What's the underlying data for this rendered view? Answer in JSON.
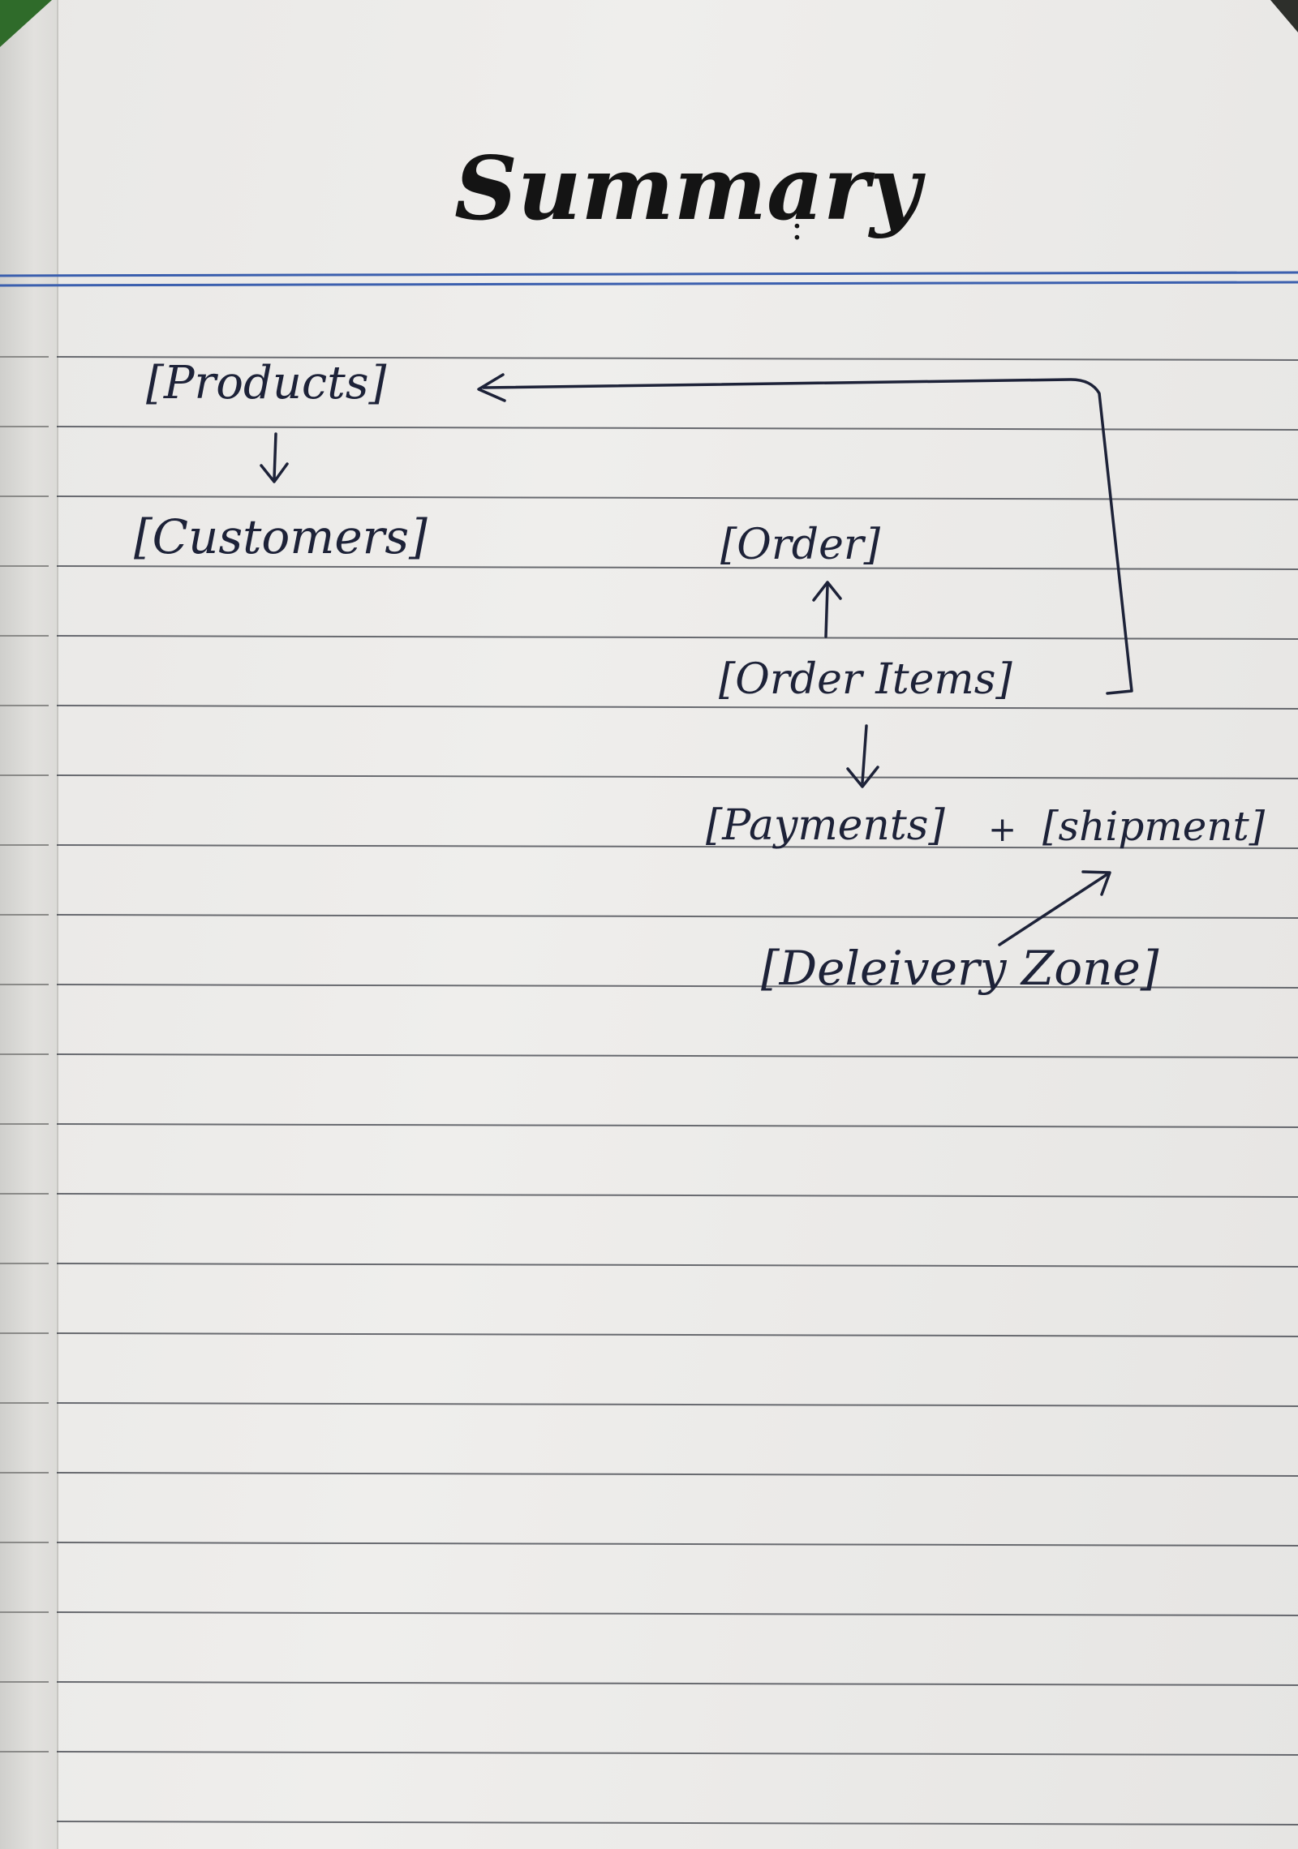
{
  "title": "Summary",
  "title_suffix": ":",
  "nodes": {
    "products": "[Products]",
    "customers": "[Customers]",
    "order": "[Order]",
    "order_items": "[Order Items]",
    "payments": "[Payments]",
    "plus": "+",
    "shipment": "[shipment]",
    "delivery_zone": "[Deleivery Zone]"
  },
  "ink_color": "#1d2238",
  "ruled_line_color": "#3c3f47",
  "header_rule_color": "#3b5fae"
}
